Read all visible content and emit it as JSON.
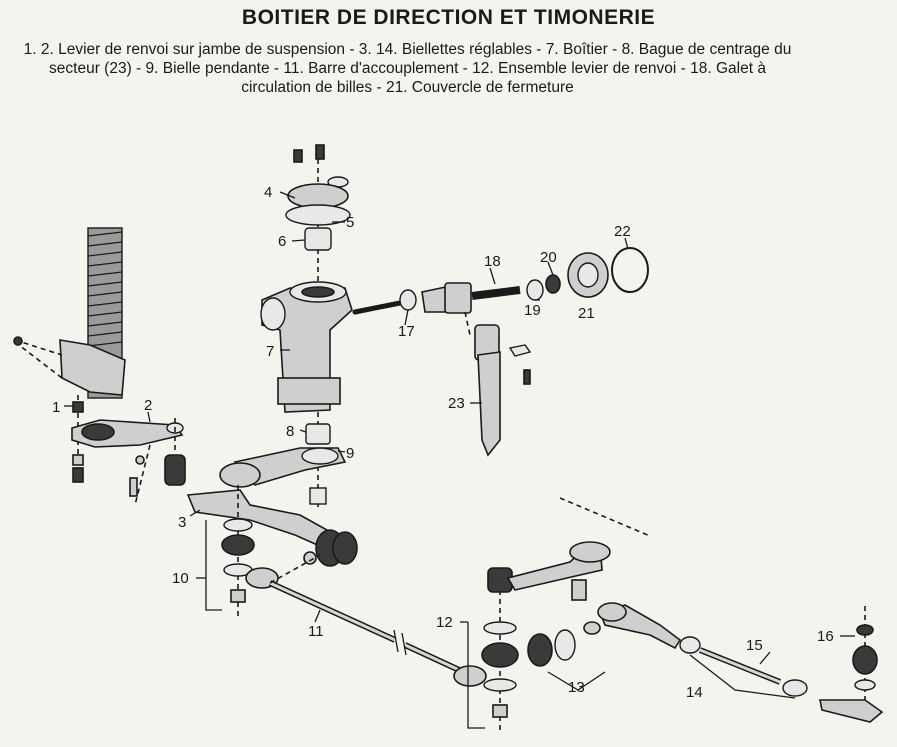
{
  "title": "BOITIER DE DIRECTION ET TIMONERIE",
  "caption": "1. 2. Levier de renvoi sur jambe de suspension - 3. 14. Biellettes réglables - 7. Boîtier - 8. Bague de centrage du secteur (23) - 9. Bielle pendante - 11. Barre d'accouplement - 12. Ensemble levier de renvoi - 18. Galet à circulation de billes - 21. Couvercle de fermeture",
  "labels": {
    "l1": "1",
    "l2": "2",
    "l3": "3",
    "l4": "4",
    "l5": "5",
    "l6": "6",
    "l7": "7",
    "l8": "8",
    "l9": "9",
    "l10": "10",
    "l11": "11",
    "l12": "12",
    "l13": "13",
    "l14": "14",
    "l15": "15",
    "l16": "16",
    "l17": "17",
    "l18": "18",
    "l19": "19",
    "l20": "20",
    "l21": "21",
    "l22": "22",
    "l23": "23"
  }
}
